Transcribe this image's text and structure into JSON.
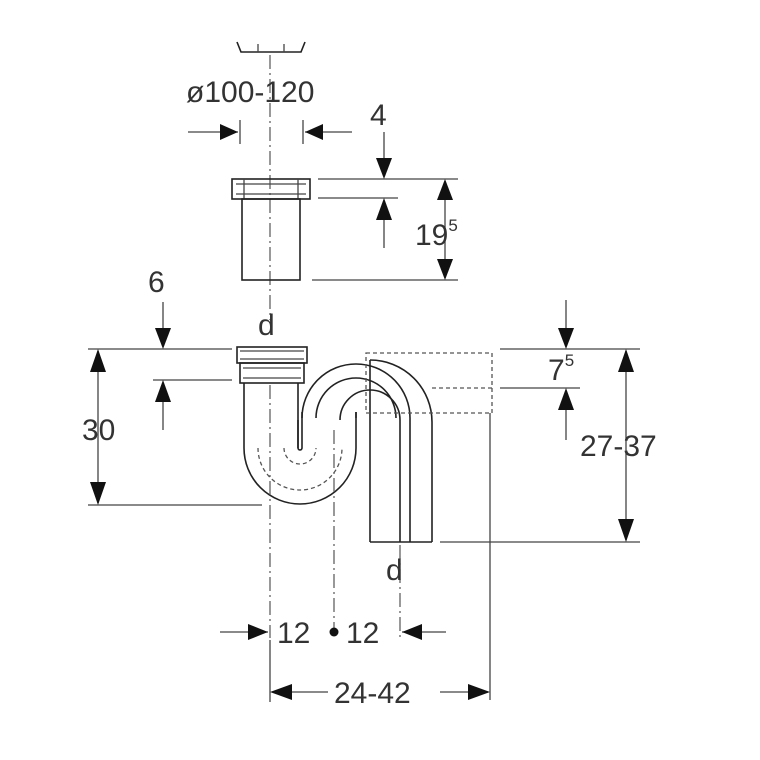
{
  "labels": {
    "diameter": "ø100-120",
    "wall": "4",
    "depth_main": "19",
    "depth_sup": "5",
    "top_offset": "6",
    "inlet_d": "d",
    "height": "30",
    "outlet_offset_main": "7",
    "outlet_offset_sup": "5",
    "outlet_height": "27-37",
    "outlet_d": "d",
    "left_half": "12",
    "right_half": "12",
    "spread": "24-42"
  }
}
